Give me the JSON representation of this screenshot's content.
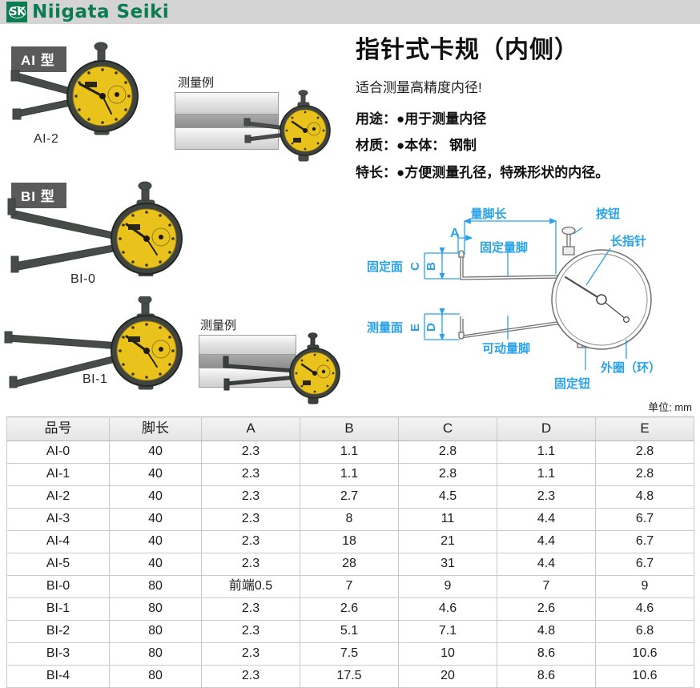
{
  "header": {
    "logo_mark_text": "SK",
    "logo_text": "Niigata Seiki"
  },
  "left_panel": {
    "type_badges": [
      {
        "label": "AI 型"
      },
      {
        "label": "BI 型"
      }
    ],
    "model_labels": [
      {
        "label": "AI-2"
      },
      {
        "label": "BI-0"
      },
      {
        "label": "BI-1"
      }
    ],
    "example_titles": [
      {
        "label": "测量例"
      },
      {
        "label": "测量例"
      }
    ]
  },
  "right_panel": {
    "title": "指针式卡规（内侧）",
    "subtitle": "适合测量高精度内径!",
    "specs": [
      {
        "key": "用途：",
        "value": "●用于测量内径"
      },
      {
        "key": "材质：",
        "value": "●本体： 钢制"
      },
      {
        "key": "特长：",
        "value": "●方便测量孔径，特殊形状的内径。"
      }
    ]
  },
  "diagram": {
    "accent_color": "#29a3e8",
    "labels": {
      "leg_length": "量脚长",
      "button": "按钮",
      "long_pointer": "长指针",
      "fixed_leg": "固定量脚",
      "fixed_face": "固定面",
      "measuring_face": "测量面",
      "movable_leg": "可动量脚",
      "bezel_ring": "外圈（环）",
      "lock_knob": "固定钮",
      "dim_a": "A",
      "dim_b": "B",
      "dim_c": "C",
      "dim_d": "D",
      "dim_e": "E"
    }
  },
  "unit_note": "单位: mm",
  "table": {
    "columns": [
      "品号",
      "脚长",
      "A",
      "B",
      "C",
      "D",
      "E"
    ],
    "rows": [
      [
        "AI-0",
        "40",
        "2.3",
        "1.1",
        "2.8",
        "1.1",
        "2.8"
      ],
      [
        "AI-1",
        "40",
        "2.3",
        "1.1",
        "2.8",
        "1.1",
        "2.8"
      ],
      [
        "AI-2",
        "40",
        "2.3",
        "2.7",
        "4.5",
        "2.3",
        "4.8"
      ],
      [
        "AI-3",
        "40",
        "2.3",
        "8",
        "11",
        "4.4",
        "6.7"
      ],
      [
        "AI-4",
        "40",
        "2.3",
        "18",
        "21",
        "4.4",
        "6.7"
      ],
      [
        "AI-5",
        "40",
        "2.3",
        "28",
        "31",
        "4.4",
        "6.7"
      ],
      [
        "BI-0",
        "80",
        "前端0.5",
        "7",
        "9",
        "7",
        "9"
      ],
      [
        "BI-1",
        "80",
        "2.3",
        "2.6",
        "4.6",
        "2.6",
        "4.6"
      ],
      [
        "BI-2",
        "80",
        "2.3",
        "5.1",
        "7.1",
        "4.8",
        "6.8"
      ],
      [
        "BI-3",
        "80",
        "2.3",
        "7.5",
        "10",
        "8.6",
        "10.6"
      ],
      [
        "BI-4",
        "80",
        "2.3",
        "17.5",
        "20",
        "8.6",
        "10.6"
      ]
    ]
  }
}
